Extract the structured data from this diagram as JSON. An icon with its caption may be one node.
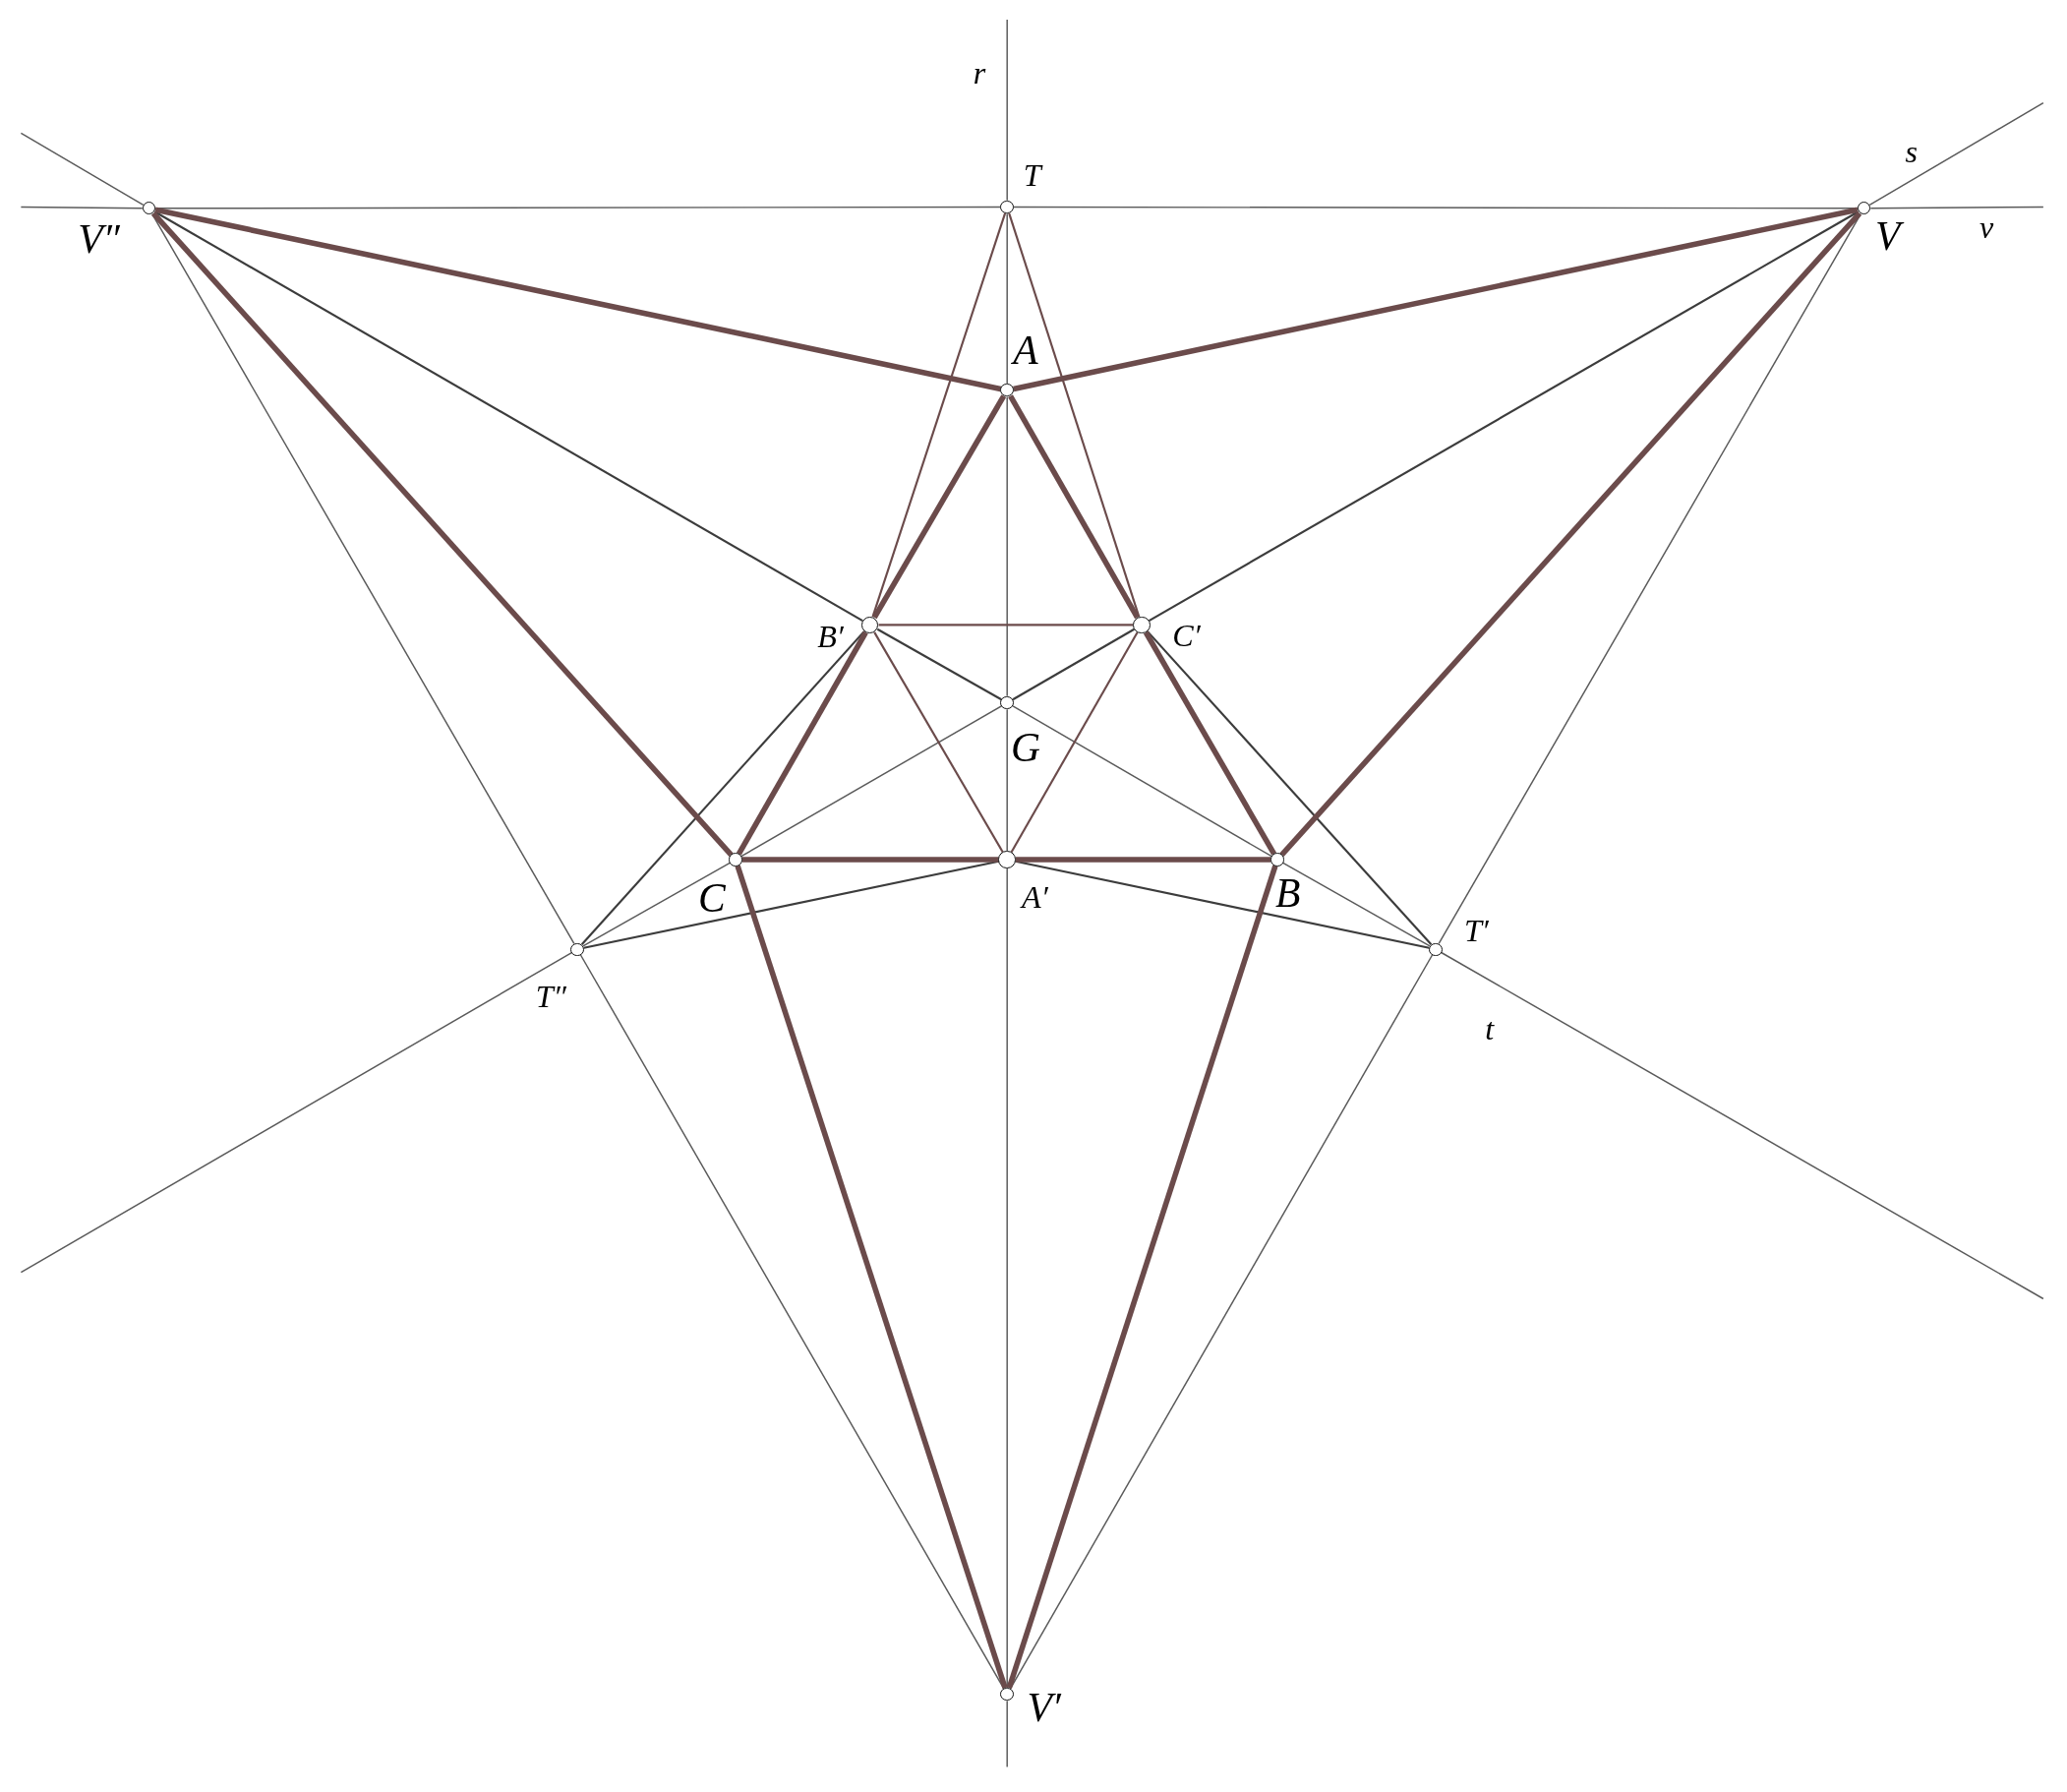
{
  "diagram": {
    "nodes": [
      {
        "text": [
          "V″"
        ]
      },
      {
        "text": [
          "T"
        ]
      },
      {
        "text": [
          "V"
        ]
      },
      {
        "text": [
          "A"
        ]
      },
      {
        "text": [
          "B′"
        ]
      },
      {
        "text": [
          "C′"
        ]
      },
      {
        "text": [
          "G"
        ]
      },
      {
        "text": [
          "C"
        ]
      },
      {
        "text": [
          "A′"
        ]
      },
      {
        "text": [
          "B"
        ]
      },
      {
        "text": [
          "T″"
        ]
      },
      {
        "text": [
          "T′"
        ]
      },
      {
        "text": [
          "V′"
        ]
      }
    ],
    "edges": [
      {
        "from": null,
        "to": 1,
        "arrow": "none"
      },
      {
        "from": 1,
        "to": 3,
        "arrow": "none"
      },
      {
        "from": 3,
        "to": 6,
        "arrow": "none"
      },
      {
        "from": 6,
        "to": 8,
        "arrow": "none"
      },
      {
        "from": 8,
        "to": 12,
        "arrow": "none"
      },
      {
        "from": 12,
        "to": null,
        "arrow": "none"
      },
      {
        "from": null,
        "to": 0,
        "arrow": "none"
      },
      {
        "from": 0,
        "to": 1,
        "arrow": "none"
      },
      {
        "from": 1,
        "to": 2,
        "arrow": "none"
      },
      {
        "from": 2,
        "to": null,
        "arrow": "none"
      },
      {
        "from": null,
        "to": 0,
        "arrow": "none"
      },
      {
        "from": 0,
        "to": 4,
        "arrow": "none",
        "color": "#3c3c3c"
      },
      {
        "from": 4,
        "to": 6,
        "arrow": "none",
        "color": "#3c3c3c"
      },
      {
        "from": 6,
        "to": 9,
        "arrow": "none"
      },
      {
        "from": 9,
        "to": 11,
        "arrow": "none"
      },
      {
        "from": 11,
        "to": null,
        "arrow": "none"
      },
      {
        "from": null,
        "to": 2,
        "arrow": "none"
      },
      {
        "from": 2,
        "to": 5,
        "arrow": "none",
        "color": "#3c3c3c"
      },
      {
        "from": 5,
        "to": 6,
        "arrow": "none",
        "color": "#3c3c3c"
      },
      {
        "from": 6,
        "to": 7,
        "arrow": "none"
      },
      {
        "from": 7,
        "to": 10,
        "arrow": "none"
      },
      {
        "from": 10,
        "to": null,
        "arrow": "none"
      },
      {
        "from": 0,
        "to": 10,
        "arrow": "none"
      },
      {
        "from": 10,
        "to": 12,
        "arrow": "none"
      },
      {
        "from": 2,
        "to": 11,
        "arrow": "none"
      },
      {
        "from": 11,
        "to": 12,
        "arrow": "none"
      },
      {
        "from": 4,
        "to": 10,
        "arrow": "none",
        "color": "#3c3c3c"
      },
      {
        "from": 5,
        "to": 11,
        "arrow": "none",
        "color": "#3c3c3c"
      },
      {
        "from": 10,
        "to": 8,
        "arrow": "none",
        "color": "#3c3c3c"
      },
      {
        "from": 8,
        "to": 11,
        "arrow": "none",
        "color": "#3c3c3c"
      },
      {
        "from": 1,
        "to": 4,
        "arrow": "none",
        "color": "#6b4b4b"
      },
      {
        "from": 1,
        "to": 5,
        "arrow": "none",
        "color": "#6b4b4b"
      },
      {
        "from": 4,
        "to": 5,
        "arrow": "none",
        "color": "#6b4b4b"
      },
      {
        "from": 4,
        "to": 8,
        "arrow": "none",
        "color": "#6b4b4b"
      },
      {
        "from": 5,
        "to": 8,
        "arrow": "none",
        "color": "#6b4b4b"
      },
      {
        "from": 0,
        "to": 3,
        "arrow": "none",
        "style": "thick",
        "color": "#6b4b4b"
      },
      {
        "from": 3,
        "to": 2,
        "arrow": "none",
        "style": "thick",
        "color": "#6b4b4b"
      },
      {
        "from": 0,
        "to": 7,
        "arrow": "none",
        "style": "thick",
        "color": "#6b4b4b"
      },
      {
        "from": 2,
        "to": 9,
        "arrow": "none",
        "style": "thick",
        "color": "#6b4b4b"
      },
      {
        "from": 7,
        "to": 12,
        "arrow": "none",
        "style": "thick",
        "color": "#6b4b4b"
      },
      {
        "from": 9,
        "to": 12,
        "arrow": "none",
        "style": "thick",
        "color": "#6b4b4b"
      },
      {
        "from": 3,
        "to": 4,
        "arrow": "none",
        "style": "thick",
        "color": "#6b4b4b"
      },
      {
        "from": 3,
        "to": 5,
        "arrow": "none",
        "style": "thick",
        "color": "#6b4b4b"
      },
      {
        "from": 4,
        "to": 7,
        "arrow": "none",
        "style": "thick",
        "color": "#6b4b4b"
      },
      {
        "from": 5,
        "to": 9,
        "arrow": "none",
        "style": "thick",
        "color": "#6b4b4b"
      },
      {
        "from": 7,
        "to": 8,
        "arrow": "none",
        "style": "thick",
        "color": "#6b4b4b"
      },
      {
        "from": 8,
        "to": 9,
        "arrow": "none",
        "style": "thick",
        "color": "#6b4b4b"
      }
    ],
    "labels": [
      "r",
      "s",
      "v",
      "t"
    ]
  }
}
